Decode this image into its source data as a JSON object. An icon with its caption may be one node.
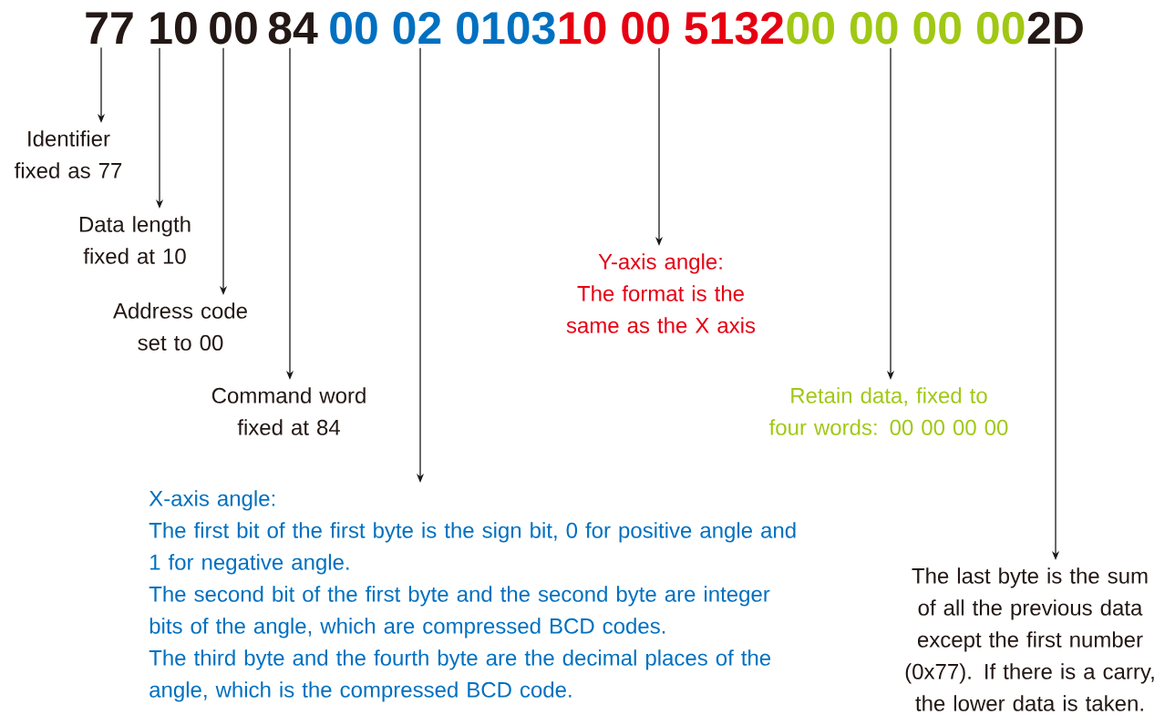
{
  "diagram": {
    "nodes": [
      {
        "text": [
          "77"
        ]
      },
      {
        "text": [
          "10"
        ]
      },
      {
        "text": [
          "00"
        ]
      },
      {
        "text": [
          "84"
        ]
      },
      {
        "text": [
          "00 02 0103"
        ]
      },
      {
        "text": [
          "10 00 5132"
        ]
      },
      {
        "text": [
          "00 00 00 00"
        ]
      },
      {
        "text": [
          "2D"
        ]
      },
      {
        "text": [
          "Identifier fixed as 77"
        ]
      },
      {
        "text": [
          "Data length fixed at 10"
        ]
      },
      {
        "text": [
          "Address code set to 00"
        ]
      },
      {
        "text": [
          "Command word fixed at 84"
        ]
      },
      {
        "text": [
          "X-axis angle:",
          "The first bit of the first byte is the sign bit, 0 for positive angle and 1 for negative angle.",
          "The second bit of the first byte and the second byte are integer bits of the angle, which are compressed BCD codes.",
          "The third byte and the fourth byte are the decimal places of the angle, which is the compressed BCD code."
        ]
      },
      {
        "text": [
          "Y-axis angle:",
          "The format is the same as the X axis"
        ]
      },
      {
        "text": [
          "Retain data, fixed to four words: 00 00 00 00"
        ]
      },
      {
        "text": [
          "The last byte is the sum of all the previous data except the first number (0x77). If there is a carry, the lower data is taken."
        ]
      }
    ],
    "edges": [
      {
        "from": 0,
        "to": 8,
        "arrow": "to"
      },
      {
        "from": 1,
        "to": 9,
        "arrow": "to"
      },
      {
        "from": 2,
        "to": 10,
        "arrow": "to"
      },
      {
        "from": 3,
        "to": 11,
        "arrow": "to"
      },
      {
        "from": 4,
        "to": 12,
        "arrow": "to"
      },
      {
        "from": 5,
        "to": 13,
        "arrow": "to"
      },
      {
        "from": 6,
        "to": 14,
        "arrow": "to"
      },
      {
        "from": 7,
        "to": 15,
        "arrow": "to"
      }
    ]
  }
}
